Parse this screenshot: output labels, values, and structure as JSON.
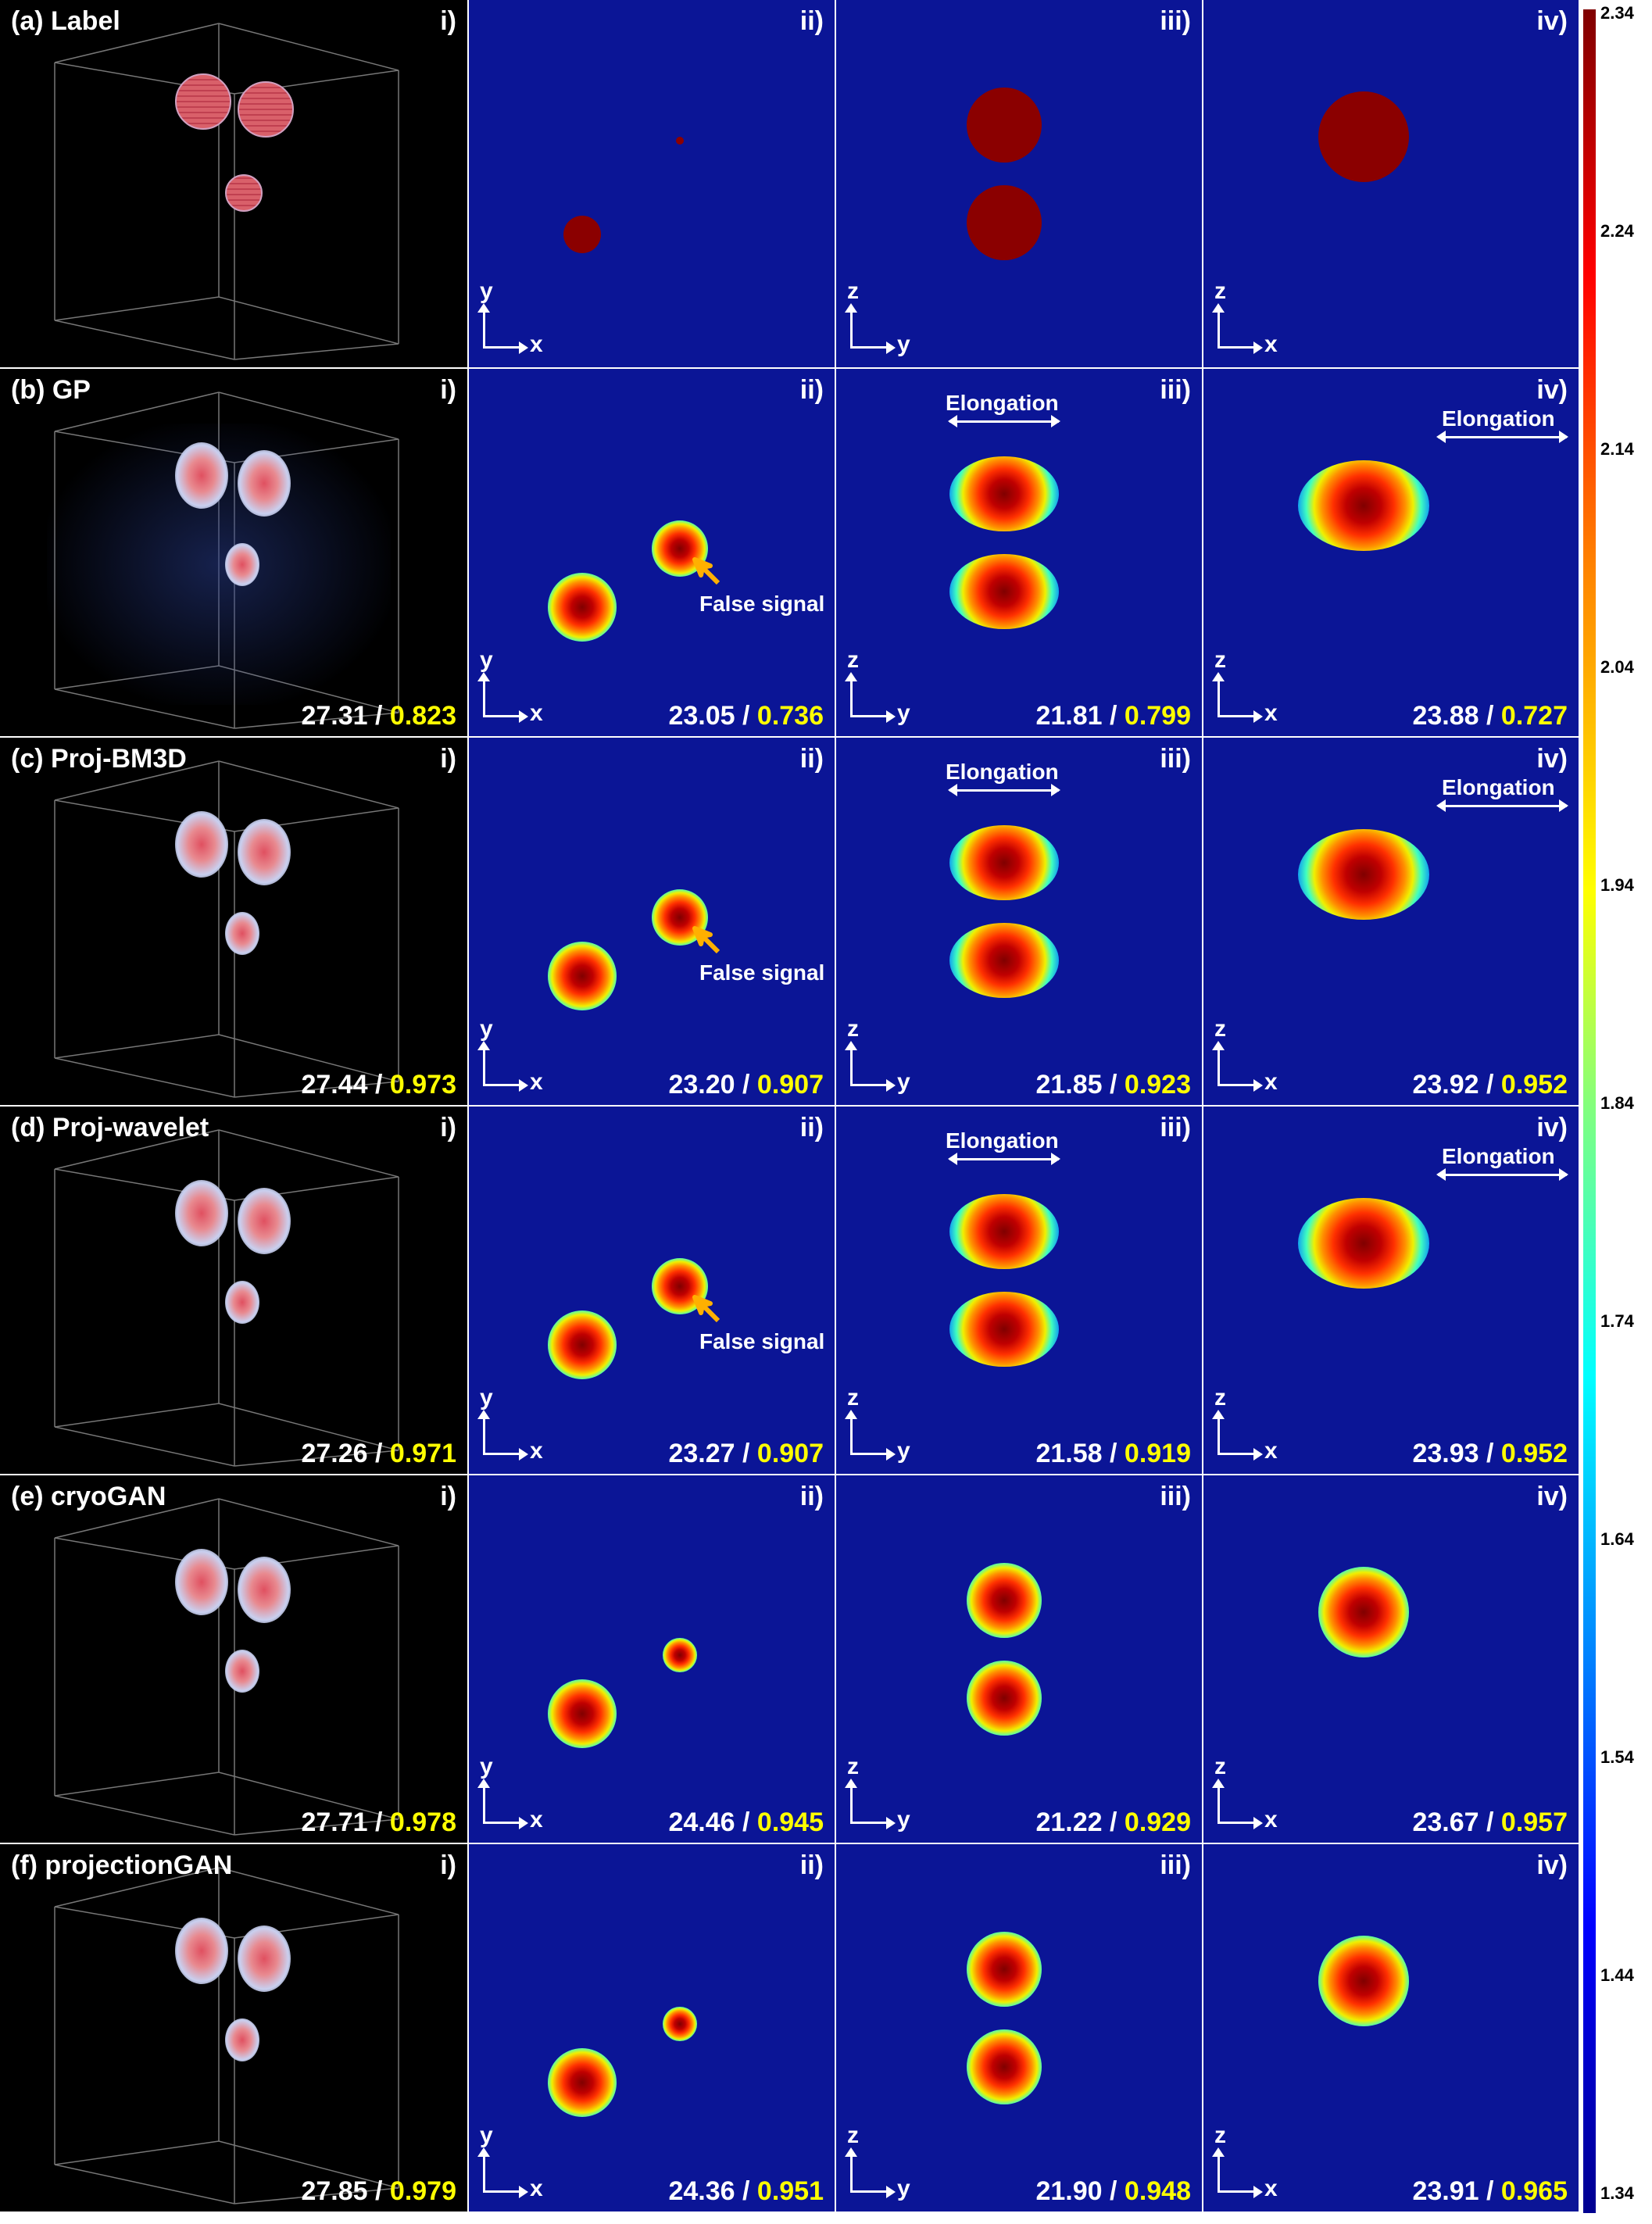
{
  "panel_numerals": [
    "i)",
    "ii)",
    "iii)",
    "iv)"
  ],
  "rows": [
    {
      "label": "(a) Label",
      "metrics": null,
      "elongation": false,
      "false_signal": false
    },
    {
      "label": "(b) GP",
      "metrics": [
        {
          "psnr": "27.31",
          "ssim": "0.823"
        },
        {
          "psnr": "23.05",
          "ssim": "0.736"
        },
        {
          "psnr": "21.81",
          "ssim": "0.799"
        },
        {
          "psnr": "23.88",
          "ssim": "0.727"
        }
      ],
      "elongation": true,
      "false_signal": true
    },
    {
      "label": "(c) Proj-BM3D",
      "metrics": [
        {
          "psnr": "27.44",
          "ssim": "0.973"
        },
        {
          "psnr": "23.20",
          "ssim": "0.907"
        },
        {
          "psnr": "21.85",
          "ssim": "0.923"
        },
        {
          "psnr": "23.92",
          "ssim": "0.952"
        }
      ],
      "elongation": true,
      "false_signal": true
    },
    {
      "label": "(d) Proj-wavelet",
      "metrics": [
        {
          "psnr": "27.26",
          "ssim": "0.971"
        },
        {
          "psnr": "23.27",
          "ssim": "0.907"
        },
        {
          "psnr": "21.58",
          "ssim": "0.919"
        },
        {
          "psnr": "23.93",
          "ssim": "0.952"
        }
      ],
      "elongation": true,
      "false_signal": true
    },
    {
      "label": "(e) cryoGAN",
      "metrics": [
        {
          "psnr": "27.71",
          "ssim": "0.978"
        },
        {
          "psnr": "24.46",
          "ssim": "0.945"
        },
        {
          "psnr": "21.22",
          "ssim": "0.929"
        },
        {
          "psnr": "23.67",
          "ssim": "0.957"
        }
      ],
      "elongation": false,
      "false_signal": false
    },
    {
      "label": "(f) projectionGAN",
      "metrics": [
        {
          "psnr": "27.85",
          "ssim": "0.979"
        },
        {
          "psnr": "24.36",
          "ssim": "0.951"
        },
        {
          "psnr": "21.90",
          "ssim": "0.948"
        },
        {
          "psnr": "23.91",
          "ssim": "0.965"
        }
      ],
      "elongation": false,
      "false_signal": false
    }
  ],
  "slice_axes": [
    {
      "vertical": "y",
      "horizontal": "x"
    },
    {
      "vertical": "z",
      "horizontal": "y"
    },
    {
      "vertical": "z",
      "horizontal": "x"
    }
  ],
  "annotations": {
    "elongation": "Elongation",
    "false_signal": "False signal",
    "separator": " / "
  },
  "colorbar": {
    "ticks": [
      "2.34",
      "2.24",
      "2.14",
      "2.04",
      "1.94",
      "1.84",
      "1.74",
      "1.64",
      "1.54",
      "1.44",
      "1.34"
    ],
    "colormap": "jet",
    "min": 1.34,
    "max": 2.34
  },
  "colors": {
    "slice_background": "#0b1596",
    "ssim_text": "#ffff00",
    "arrow": "#ffb000"
  }
}
